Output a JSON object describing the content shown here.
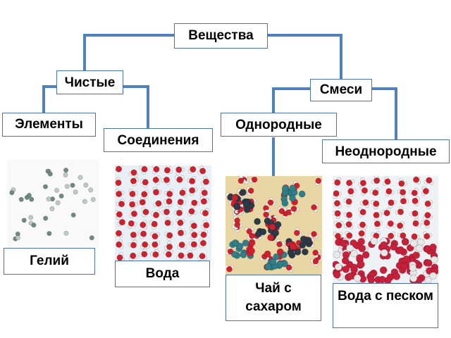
{
  "nodes": {
    "root": "Вещества",
    "pure": "Чистые",
    "mixtures": "Смеси",
    "elements": "Элементы",
    "compounds": "Соединения",
    "homogeneous": "Однородные",
    "heterogeneous": "Неоднородные"
  },
  "examples": {
    "helium": "Гелий",
    "water": "Вода",
    "tea_sugar": "Чай с сахаром",
    "water_sand": "Вода с песком"
  },
  "colors": {
    "connector": "#4f81bd",
    "border": "#4a72b0",
    "helium_atom": "#6f8a7f",
    "oxygen": "#d0202e",
    "hydrogen": "#f2f2f2",
    "tea_background": "#e8d6a4",
    "sugar_dark": "#2b3a48",
    "sugar_teal": "#2f7f8a"
  }
}
